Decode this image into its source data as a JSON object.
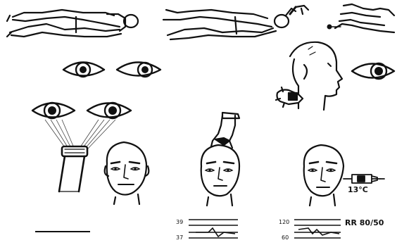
{
  "panels": {
    "temperature_chart": {
      "tick_high": "39",
      "tick_low": "37"
    },
    "hypothermia": {
      "temp_label": "13°C"
    },
    "vitals_chart": {
      "tick_high": "120",
      "tick_low": "60",
      "rr_label": "RR 80/50"
    }
  }
}
